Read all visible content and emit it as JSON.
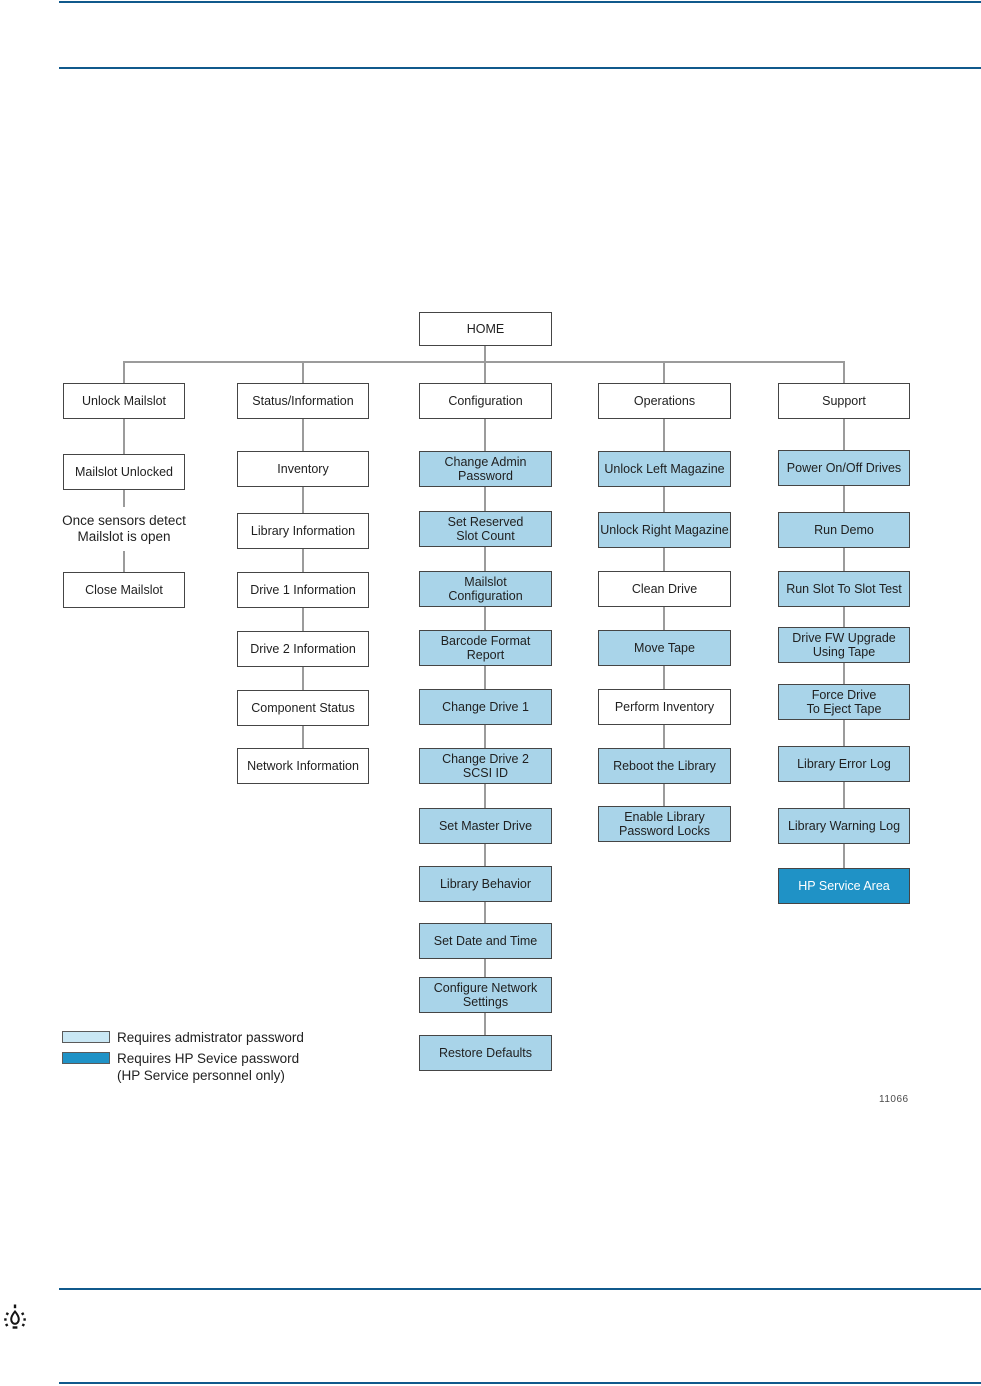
{
  "root_label": "HOME",
  "columns": [
    {
      "title": "Unlock Mailslot",
      "items": [
        {
          "label": "Mailslot Unlocked",
          "style": "plain"
        },
        {
          "label": "Once sensors detect\nMailslot is open",
          "style": "note"
        },
        {
          "label": "Close Mailslot",
          "style": "plain"
        }
      ]
    },
    {
      "title": "Status/Information",
      "items": [
        {
          "label": "Inventory",
          "style": "plain"
        },
        {
          "label": "Library Information",
          "style": "plain"
        },
        {
          "label": "Drive 1 Information",
          "style": "plain"
        },
        {
          "label": "Drive 2 Information",
          "style": "plain"
        },
        {
          "label": "Component Status",
          "style": "plain"
        },
        {
          "label": "Network Information",
          "style": "plain"
        }
      ]
    },
    {
      "title": "Configuration",
      "items": [
        {
          "label": "Change Admin\nPassword",
          "style": "admin"
        },
        {
          "label": "Set Reserved\nSlot Count",
          "style": "admin"
        },
        {
          "label": "Mailslot\nConfiguration",
          "style": "admin"
        },
        {
          "label": "Barcode Format\nReport",
          "style": "admin"
        },
        {
          "label": "Change Drive 1",
          "style": "admin"
        },
        {
          "label": "Change Drive 2\nSCSI ID",
          "style": "admin"
        },
        {
          "label": "Set Master Drive",
          "style": "admin"
        },
        {
          "label": "Library Behavior",
          "style": "admin"
        },
        {
          "label": "Set Date and Time",
          "style": "admin"
        },
        {
          "label": "Configure Network\nSettings",
          "style": "admin"
        },
        {
          "label": "Restore Defaults",
          "style": "admin"
        }
      ]
    },
    {
      "title": "Operations",
      "items": [
        {
          "label": "Unlock Left Magazine",
          "style": "admin"
        },
        {
          "label": "Unlock Right Magazine",
          "style": "admin"
        },
        {
          "label": "Clean Drive",
          "style": "plain"
        },
        {
          "label": "Move Tape",
          "style": "admin"
        },
        {
          "label": "Perform Inventory",
          "style": "plain"
        },
        {
          "label": "Reboot the Library",
          "style": "admin"
        },
        {
          "label": "Enable Library\nPassword Locks",
          "style": "admin"
        }
      ]
    },
    {
      "title": "Support",
      "items": [
        {
          "label": "Power On/Off Drives",
          "style": "admin"
        },
        {
          "label": "Run Demo",
          "style": "admin"
        },
        {
          "label": "Run Slot To Slot Test",
          "style": "admin"
        },
        {
          "label": "Drive FW Upgrade\nUsing Tape",
          "style": "admin"
        },
        {
          "label": "Force Drive\nTo Eject Tape",
          "style": "admin"
        },
        {
          "label": "Library Error Log",
          "style": "admin"
        },
        {
          "label": "Library Warning Log",
          "style": "admin"
        },
        {
          "label": "HP Service Area",
          "style": "service"
        }
      ]
    }
  ],
  "legend": {
    "admin_label": "Requires admistrator password",
    "service_label": "Requires HP Sevice password\n(HP Service personnel only)"
  },
  "figure_number": "11066",
  "colors": {
    "admin_fill": "#a9d4e9",
    "legend_admin_fill": "#c9e7f4",
    "service_fill": "#1f92c6",
    "rule_blue": "#10598c",
    "connector_gray": "#9b9b9b"
  }
}
